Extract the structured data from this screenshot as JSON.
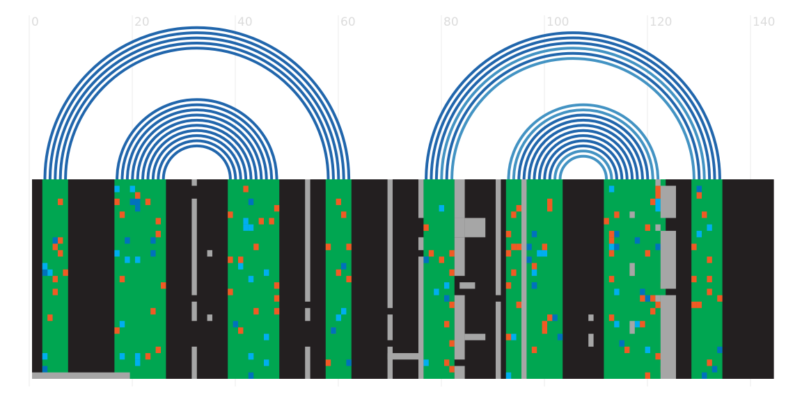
{
  "chart_data": {
    "type": "arc-diagram",
    "x_ticks": [
      "0",
      "20",
      "40",
      "60",
      "80",
      "100",
      "120",
      "140"
    ],
    "x_tick_values": [
      0,
      20,
      40,
      60,
      80,
      100,
      120,
      140
    ],
    "xlim": [
      0,
      144
    ],
    "grid": true,
    "colors": {
      "background": "#231f20",
      "stem": "#00a651",
      "arc_dark": "#2166ac",
      "arc_light": "#4393c3",
      "gray": "#a6a6a6",
      "cyan": "#00aeef",
      "orange": "#f15a24",
      "blue": "#0072bc",
      "grid": "#ebebeb",
      "tick_text": "#dcdcdc"
    },
    "helices": [
      {
        "left_start": 2,
        "left_end": 6,
        "right_start": 57,
        "right_end": 61,
        "color": "arc_dark"
      },
      {
        "left_start": 16,
        "left_end": 25,
        "right_start": 38,
        "right_end": 47,
        "color": "arc_dark"
      },
      {
        "left_start": 76,
        "left_end": 81,
        "right_start": 128,
        "right_end": 133,
        "color_pattern": [
          "arc_dark",
          "arc_dark",
          "arc_dark",
          "arc_light",
          "arc_dark",
          "arc_light"
        ]
      },
      {
        "left_start": 92,
        "left_end": 102,
        "right_start": 111,
        "right_end": 121,
        "color_pattern": [
          "arc_light",
          "arc_light",
          "arc_dark",
          "arc_dark",
          "arc_dark",
          "arc_dark",
          "arc_dark",
          "arc_dark",
          "arc_dark",
          "arc_light"
        ]
      }
    ],
    "extra_stems": [
      [
        120,
        123
      ]
    ],
    "gray_bars": [
      {
        "x": 31,
        "w": 1,
        "segments": [
          [
            0,
            1
          ],
          [
            3,
            18
          ],
          [
            19,
            22
          ],
          [
            26,
            31
          ]
        ]
      },
      {
        "x": 34,
        "w": 1,
        "segments": [
          [
            11,
            12
          ],
          [
            21,
            22
          ]
        ]
      },
      {
        "x": 53,
        "w": 1,
        "segments": [
          [
            0,
            19
          ],
          [
            20,
            22
          ],
          [
            26,
            31
          ]
        ]
      },
      {
        "x": 69,
        "w": 1,
        "segments": [
          [
            0,
            20
          ],
          [
            21,
            25
          ],
          [
            26,
            31
          ]
        ]
      },
      {
        "x": 69,
        "w": 6,
        "segments": [
          [
            27,
            28
          ]
        ]
      },
      {
        "x": 75,
        "w": 1,
        "segments": [
          [
            0,
            6
          ],
          [
            9,
            11
          ],
          [
            12,
            31
          ]
        ]
      },
      {
        "x": 82,
        "w": 2,
        "segments": [
          [
            0,
            6
          ],
          [
            6,
            9
          ],
          [
            9,
            15
          ],
          [
            18,
            28
          ],
          [
            29,
            31
          ]
        ]
      },
      {
        "x": 84,
        "w": 4,
        "segments": [
          [
            6,
            9
          ],
          [
            24,
            25
          ]
        ]
      },
      {
        "x": 83,
        "w": 3,
        "segments": [
          [
            16,
            17
          ]
        ]
      },
      {
        "x": 90,
        "w": 1,
        "segments": [
          [
            0,
            18
          ],
          [
            19,
            31
          ]
        ]
      },
      {
        "x": 95,
        "w": 1,
        "segments": [
          [
            0,
            31
          ]
        ]
      },
      {
        "x": 122,
        "w": 3,
        "segments": [
          [
            1,
            6
          ],
          [
            8,
            17
          ],
          [
            18,
            31
          ]
        ]
      },
      {
        "x": 121,
        "w": 1,
        "segments": [
          [
            0,
            1
          ],
          [
            7,
            8
          ],
          [
            18,
            19
          ]
        ]
      },
      {
        "x": 108,
        "w": 1,
        "segments": [
          [
            21,
            22
          ],
          [
            24,
            26
          ]
        ]
      },
      {
        "x": 116,
        "w": 1,
        "segments": [
          [
            5,
            6
          ],
          [
            13,
            15
          ],
          [
            22,
            24
          ]
        ]
      },
      {
        "x": 0,
        "w": 19,
        "segments": [
          [
            30,
            31
          ]
        ]
      }
    ],
    "seed": 7
  }
}
